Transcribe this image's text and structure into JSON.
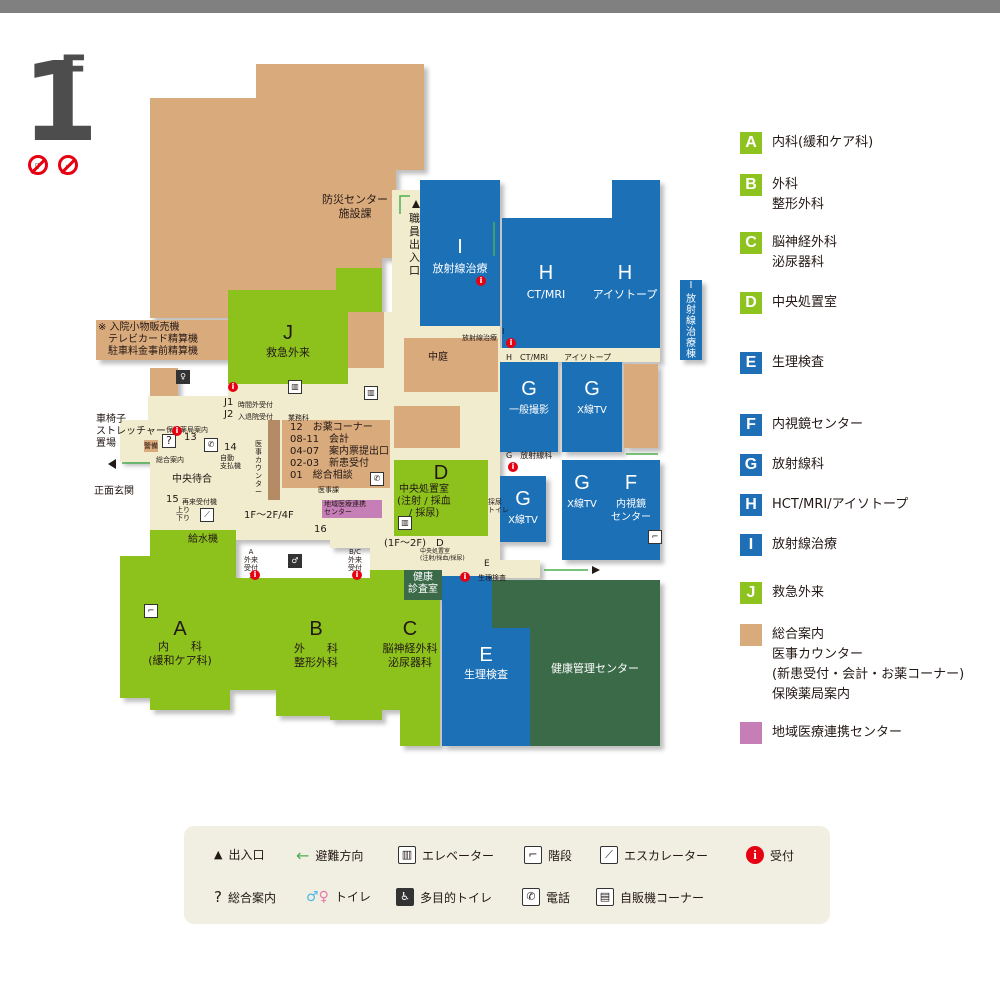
{
  "floor": {
    "number": "1",
    "suffix": "F"
  },
  "colors": {
    "A": "#8dc21f",
    "B": "#8dc21f",
    "C": "#8dc21f",
    "J": "#8dc21f",
    "D": "#8dc21f",
    "blue": "#1f6fb6",
    "dark_green": "#3b6a48",
    "tan": "#d9aa7c",
    "corridor": "#f2ecce",
    "pink": "#c67eb7"
  },
  "legend": [
    {
      "letter": "A",
      "color": "#8dc21f",
      "text": "内科(緩和ケア科)"
    },
    {
      "letter": "B",
      "color": "#8dc21f",
      "text": "外科\n整形外科"
    },
    {
      "letter": "C",
      "color": "#8dc21f",
      "text": "脳神経外科\n泌尿器科"
    },
    {
      "letter": "D",
      "color": "#8dc21f",
      "text": "中央処置室"
    },
    {
      "letter": "E",
      "color": "#1f6fb6",
      "text": "生理検査"
    },
    {
      "letter": "F",
      "color": "#1f6fb6",
      "text": "内視鏡センター"
    },
    {
      "letter": "G",
      "color": "#1f6fb6",
      "text": "放射線科"
    },
    {
      "letter": "H",
      "color": "#1f6fb6",
      "text": "HCT/MRI/アイソトープ"
    },
    {
      "letter": "I",
      "color": "#1f6fb6",
      "text": "放射線治療"
    },
    {
      "letter": "J",
      "color": "#8dc21f",
      "text": "救急外来"
    },
    {
      "letter": "",
      "color": "#d9aa7c",
      "text": "総合案内\n医事カウンター\n(新患受付・会計・お薬コーナー)\n保険薬局案内"
    },
    {
      "letter": "",
      "color": "#c67eb7",
      "text": "地域医療連携センター"
    }
  ],
  "key": [
    {
      "icon": "▲",
      "label": "出入口"
    },
    {
      "icon": "←",
      "label": "避難方向"
    },
    {
      "icon": "elevator",
      "label": "エレベーター"
    },
    {
      "icon": "stairs",
      "label": "階段"
    },
    {
      "icon": "escalator",
      "label": "エスカレーター"
    },
    {
      "icon": "i",
      "label": "受付"
    },
    {
      "icon": "?",
      "label": "総合案内"
    },
    {
      "icon": "toilet",
      "label": "トイレ"
    },
    {
      "icon": "wheelchair",
      "label": "多目的トイレ"
    },
    {
      "icon": "phone",
      "label": "電話"
    },
    {
      "icon": "vending",
      "label": "自販機コーナー"
    }
  ],
  "rooms": {
    "A": {
      "letter": "A",
      "name": "内　　科\n(緩和ケア科)"
    },
    "B": {
      "letter": "B",
      "name": "外　　科\n整形外科"
    },
    "C": {
      "letter": "C",
      "name": "脳神経外科\n泌尿器科"
    },
    "D": {
      "letter": "D",
      "name": "中央処置室\n(注射 / 採血\n/ 採尿)"
    },
    "E": {
      "letter": "E",
      "name": "生理検査"
    },
    "F": {
      "letter": "F",
      "name": "内視鏡\nセンター"
    },
    "G1": {
      "letter": "G",
      "name": "一般撮影"
    },
    "G2": {
      "letter": "G",
      "name": "X線TV"
    },
    "G3": {
      "letter": "G",
      "name": "X線TV"
    },
    "G4": {
      "letter": "G",
      "name": "X線TV"
    },
    "H1": {
      "letter": "H",
      "name": "CT/MRI"
    },
    "H2": {
      "letter": "H",
      "name": "アイソトープ"
    },
    "I1": {
      "letter": "I",
      "name": "放射線治療"
    },
    "I2": {
      "letter": "I",
      "name": "放\n射\n線\n治\n療\n棟"
    },
    "J": {
      "letter": "J",
      "name": "救急外来"
    },
    "health_check": "健康\n診査室",
    "health_center": "健康管理センター",
    "bousai": "防災センター\n施設課",
    "nakaniwa": "中庭",
    "staff_entrance": "職\n員\n出\n入\n口",
    "vending_note": "※ 入院小物販売機\n　テレビカード精算機\n　駐車料金事前精算機",
    "counter": "12　お薬コーナー\n08-11　会計\n04-07　案内票提出口\n02-03　新患受付\n01　総合相談",
    "iji_counter": "医\n事\nカ\nウ\nン\nタ\nー",
    "wheelchair": "車椅子\nストレッチャー\n置場",
    "front_entrance": "正面玄関",
    "waiting": "中央待合",
    "water": "給水機",
    "j1": "J1",
    "j1_text": "時間外受付",
    "j2": "J2",
    "j2_text": "入退院受付",
    "hoken": "保険薬局案内",
    "sougou": "総合案内",
    "keibi": "警備",
    "n13": "13",
    "n14": "14",
    "jidou": "自動\n支払機",
    "n15": "15",
    "n15_text": "再来受付機",
    "up_down": "上り\n下り",
    "escalator_range": "1F〜2F/4F",
    "n16": "16",
    "escalator_range2": "(1F〜2F)",
    "chiiki": "地域医療連携\nセンター",
    "iji_room": "医事課",
    "gyoumu": "業務科",
    "a_uketsuke": "A\n外来\n受付\n1",
    "bc_uketsuke": "B/C\n外来\n受付\n2",
    "d_label": "D",
    "d_uketsuke": "中央処置室\n(注射/採血/採尿)",
    "e_label": "E",
    "e_uketsuke": "生理検査",
    "g_uketsuke": "G　放射線科",
    "h_uketsuke": "H　CT/MRI　　アイソトープ",
    "i_uketsuke": "I",
    "i_uketsuke2": "放射線治療",
    "saiyou_toilet": "採尿\nトイレ"
  }
}
